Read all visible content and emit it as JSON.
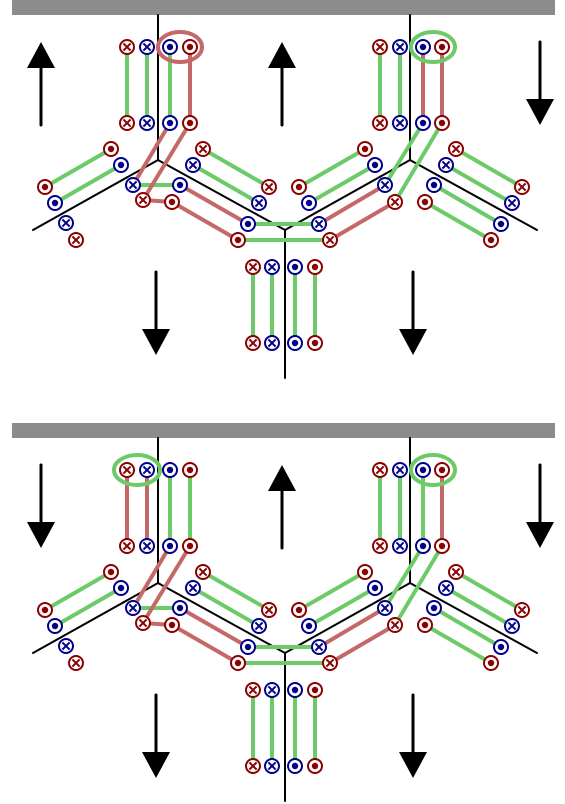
{
  "colors": {
    "background": "#ffffff",
    "bar": "#8c8c8c",
    "skeleton": "#000000",
    "green_link": "#6ccb68",
    "red_link": "#c46868",
    "red_symbol": "#8b0000",
    "blue_symbol": "#00008b",
    "highlight_red": "#c46868",
    "highlight_green": "#6ccb68",
    "arrow": "#000000"
  },
  "legend_of_symbols": {
    "x": "into-page-cross",
    "dot": "out-of-page-dot"
  },
  "panels": [
    {
      "id": "panel-top",
      "arrows": [
        "up",
        "up",
        "down",
        "down",
        "down"
      ],
      "highlight": "red-then-green"
    },
    {
      "id": "panel-bottom",
      "arrows": [
        "down",
        "up",
        "down",
        "down",
        "down"
      ],
      "highlight": "green-both"
    }
  ]
}
